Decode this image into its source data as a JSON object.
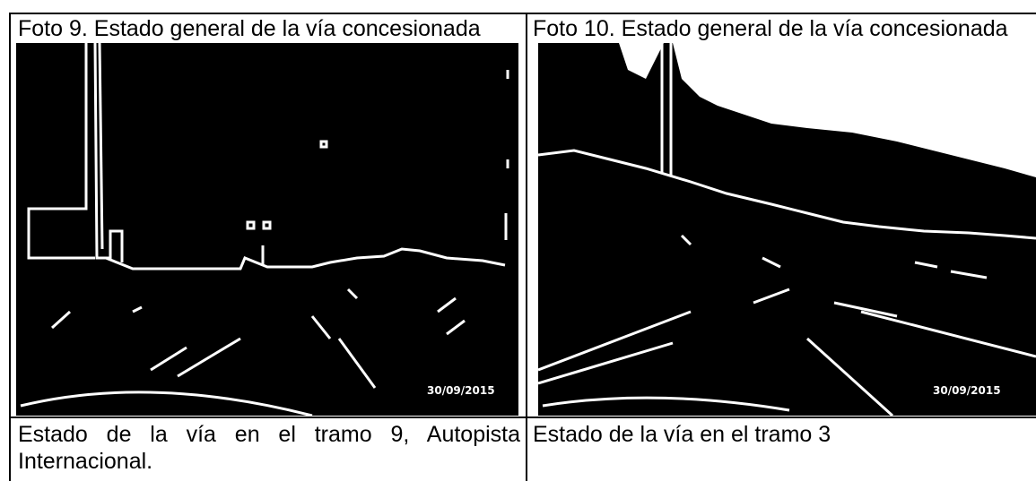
{
  "photos": [
    {
      "caption": "Foto 9. Estado general de la vía concesionada",
      "date_stamp": "30/09/2015",
      "description": "Estado de la vía en el tramo 9, Autopista Internacional."
    },
    {
      "caption": "Foto 10. Estado general de la vía concesionada",
      "date_stamp": "30/09/2015",
      "description": "Estado de la vía en el tramo 3"
    }
  ]
}
